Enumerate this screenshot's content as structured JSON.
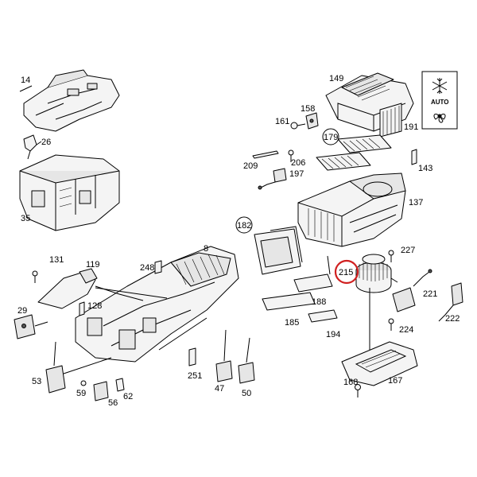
{
  "diagram": {
    "labels": {
      "p14": "14",
      "p26": "26",
      "p35": "35",
      "p149": "149",
      "p158": "158",
      "p161": "161",
      "p191": "191",
      "p179": "179",
      "p206": "206",
      "p209": "209",
      "p197": "197",
      "p143": "143",
      "p137": "137",
      "p182": "182",
      "p8": "8",
      "p131": "131",
      "p119": "119",
      "p248": "248",
      "p128": "128",
      "p29": "29",
      "p227": "227",
      "p215": "215",
      "p188": "188",
      "p185": "185",
      "p194": "194",
      "p221": "221",
      "p222": "222",
      "p224": "224",
      "p167": "167",
      "p168": "168",
      "p53": "53",
      "p59": "59",
      "p56": "56",
      "p62": "62",
      "p251": "251",
      "p47": "47",
      "p50": "50"
    },
    "legend_icon": {
      "text": "AUTO",
      "icons": [
        "snowflake-icon",
        "fan-icon"
      ]
    },
    "highlighted_part": "215",
    "highlight_color": "#d02020"
  }
}
